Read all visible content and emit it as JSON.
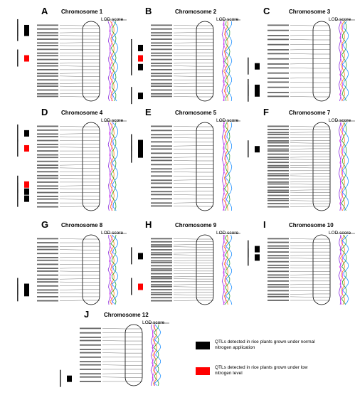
{
  "figure": {
    "lod_label": "LOD score",
    "legend": [
      {
        "color": "#000000",
        "text": "QTLs detected in rice plants grown under normal nitrogen application"
      },
      {
        "color": "#ff0000",
        "text": "QTLs detected in rice plants grown under low nitrogen level"
      }
    ],
    "curve_colors": [
      "#8b2be2",
      "#e040fb",
      "#ff7f0e",
      "#2ca02c",
      "#1e90ff",
      "#00bcd4",
      "#ff00ff",
      "#000080"
    ]
  },
  "panels": [
    {
      "letter": "A",
      "title": "Chromosome 1",
      "markers": 22,
      "qtls": [
        {
          "pos": 0.08,
          "color": "#000000"
        },
        {
          "pos": 0.14,
          "color": "#000000"
        },
        {
          "pos": 0.46,
          "color": "#ff0000"
        }
      ]
    },
    {
      "letter": "B",
      "title": "Chromosome 2",
      "markers": 22,
      "qtls": [
        {
          "pos": 0.33,
          "color": "#000000"
        },
        {
          "pos": 0.46,
          "color": "#ff0000"
        },
        {
          "pos": 0.57,
          "color": "#000000"
        },
        {
          "pos": 0.93,
          "color": "#000000"
        }
      ]
    },
    {
      "letter": "C",
      "title": "Chromosome 3",
      "markers": 16,
      "qtls": [
        {
          "pos": 0.56,
          "color": "#000000"
        },
        {
          "pos": 0.83,
          "color": "#000000"
        },
        {
          "pos": 0.9,
          "color": "#000000"
        }
      ]
    },
    {
      "letter": "D",
      "title": "Chromosome 4",
      "markers": 24,
      "qtls": [
        {
          "pos": 0.12,
          "color": "#000000"
        },
        {
          "pos": 0.29,
          "color": "#ff0000"
        },
        {
          "pos": 0.7,
          "color": "#ff0000"
        },
        {
          "pos": 0.78,
          "color": "#000000"
        },
        {
          "pos": 0.86,
          "color": "#000000"
        }
      ]
    },
    {
      "letter": "E",
      "title": "Chromosome 5",
      "markers": 22,
      "qtls": [
        {
          "pos": 0.23,
          "color": "#000000"
        },
        {
          "pos": 0.3,
          "color": "#000000"
        },
        {
          "pos": 0.36,
          "color": "#000000"
        }
      ]
    },
    {
      "letter": "F",
      "title": "Chromosome 7",
      "markers": 30,
      "qtls": [
        {
          "pos": 0.3,
          "color": "#000000"
        }
      ]
    },
    {
      "letter": "G",
      "title": "Chromosome 8",
      "markers": 18,
      "qtls": [
        {
          "pos": 0.74,
          "color": "#000000"
        },
        {
          "pos": 0.83,
          "color": "#000000"
        }
      ]
    },
    {
      "letter": "H",
      "title": "Chromosome 9",
      "markers": 24,
      "qtls": [
        {
          "pos": 0.3,
          "color": "#000000"
        },
        {
          "pos": 0.74,
          "color": "#ff0000"
        }
      ]
    },
    {
      "letter": "I",
      "title": "Chromosome 10",
      "markers": 20,
      "qtls": [
        {
          "pos": 0.2,
          "color": "#000000"
        },
        {
          "pos": 0.32,
          "color": "#000000"
        }
      ]
    },
    {
      "letter": "J",
      "title": "Chromosome 12",
      "markers": 14,
      "qtls": [
        {
          "pos": 0.88,
          "color": "#000000"
        }
      ]
    }
  ]
}
